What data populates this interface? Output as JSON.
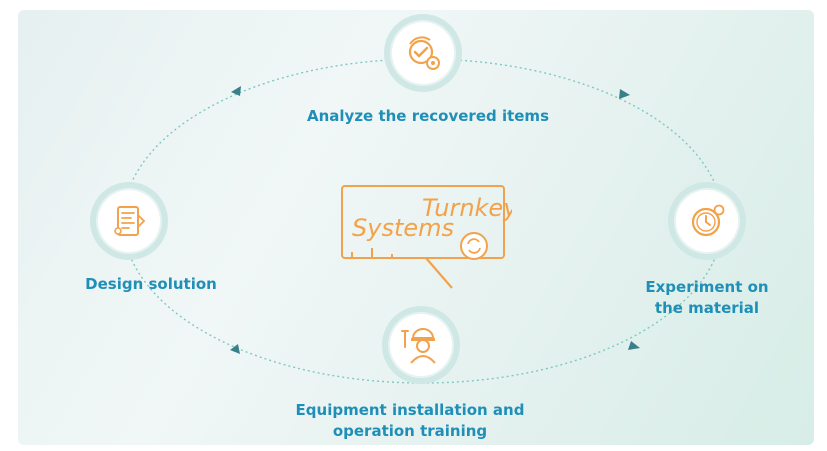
{
  "center": {
    "line1": "Turnkey",
    "line2": "Systems"
  },
  "steps": [
    {
      "label": "Analyze the recovered items",
      "icon": "recycle-gear-icon"
    },
    {
      "label": "Experiment on",
      "label2": "the material",
      "icon": "clock-gear-icon"
    },
    {
      "label": "Equipment installation and",
      "label2": "operation training",
      "icon": "engineer-worker-icon"
    },
    {
      "label": "Design solution",
      "icon": "blueprint-icon"
    }
  ],
  "colors": {
    "accent_orange": "#f2a24a",
    "label_blue": "#1f8fb8",
    "ring_teal": "#7fc8c2",
    "circle_bg": "#cfe8e6"
  }
}
